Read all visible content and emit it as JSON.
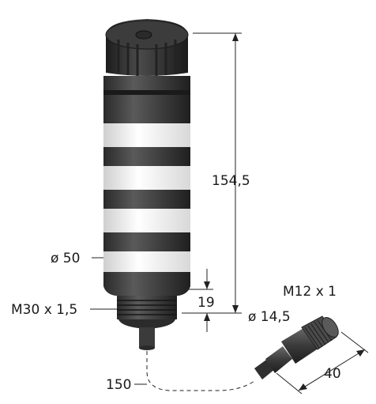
{
  "labels": {
    "height": "154,5",
    "diameter": "ø 50",
    "thread": "M30 x 1,5",
    "base_height": "19",
    "cable_diameter": "ø 14,5",
    "connector_thread": "M12 x 1",
    "cable_length": "150",
    "connector_length": "40"
  },
  "colors": {
    "body": "#4a4a4a",
    "body_dark": "#2e2e2e",
    "white_band": "#f2f2f2",
    "line": "#222222"
  }
}
